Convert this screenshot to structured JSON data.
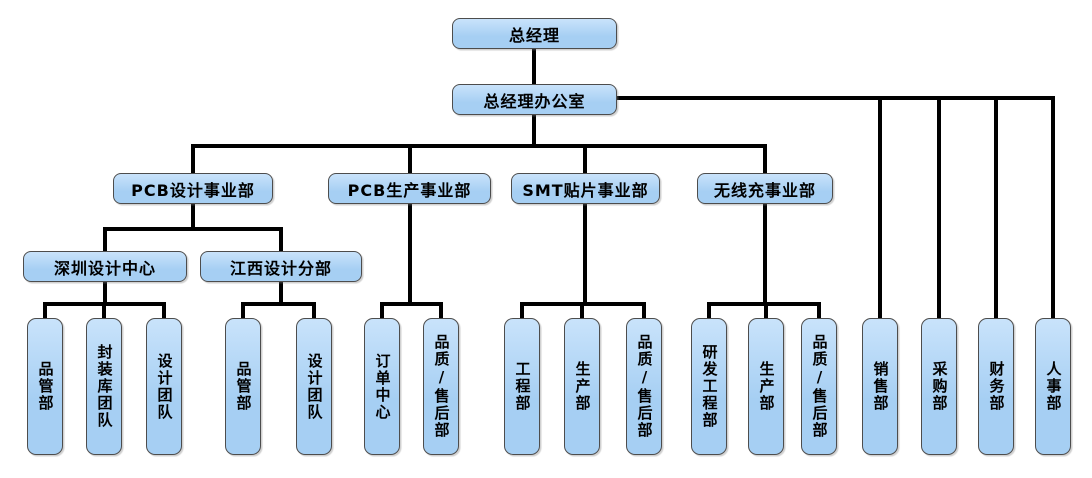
{
  "colors": {
    "box_fill": "#a6cff3",
    "box_fill_light": "#c9e3fb",
    "box_border": "#4d4d4d",
    "line": "#000000",
    "background": "#ffffff"
  },
  "org": {
    "general_manager": {
      "label": "总经理"
    },
    "gm_office": {
      "label": "总经理办公室"
    },
    "divisions": [
      {
        "label": "PCB设计事业部",
        "children": [
          {
            "label": "深圳设计中心",
            "children": [
              {
                "label": "品管部"
              },
              {
                "label": "封装库团队"
              },
              {
                "label": "设计团队"
              }
            ]
          },
          {
            "label": "江西设计分部",
            "children": [
              {
                "label": "品管部"
              },
              {
                "label": "设计团队"
              }
            ]
          }
        ]
      },
      {
        "label": "PCB生产事业部",
        "children": [
          {
            "label": "订单中心"
          },
          {
            "label": "品质/售后部"
          }
        ]
      },
      {
        "label": "SMT贴片事业部",
        "children": [
          {
            "label": "工程部"
          },
          {
            "label": "生产部"
          },
          {
            "label": "品质/售后部"
          }
        ]
      },
      {
        "label": "无线充事业部",
        "children": [
          {
            "label": "研发工程部"
          },
          {
            "label": "生产部"
          },
          {
            "label": "品质/售后部"
          }
        ]
      }
    ],
    "functional_departments": [
      {
        "label": "销售部"
      },
      {
        "label": "采购部"
      },
      {
        "label": "财务部"
      },
      {
        "label": "人事部"
      }
    ]
  }
}
